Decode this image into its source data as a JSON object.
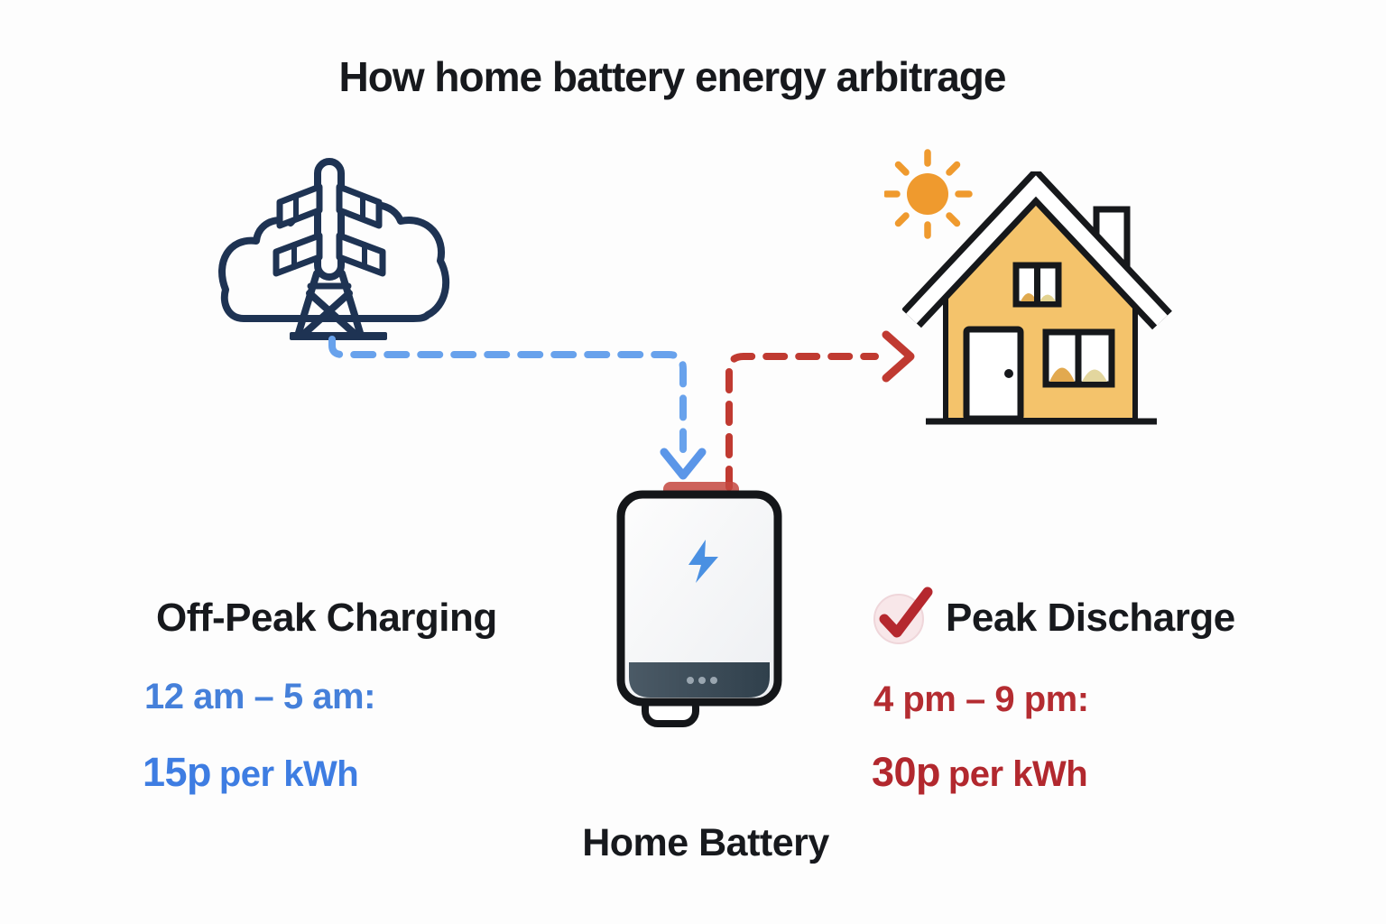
{
  "title": "How home battery energy arbitrage",
  "off_peak": {
    "heading": "Off-Peak Charging",
    "time_range": "12 am – 5 am:",
    "price": "15p",
    "price_suffix": "per kWh"
  },
  "peak": {
    "heading": "Peak Discharge",
    "time_range": "4 pm – 9 pm:",
    "price": "30p",
    "price_suffix": "per kWh"
  },
  "battery": {
    "label": "Home Battery"
  },
  "icons": {
    "grid": "power-grid-cloud-icon",
    "sun": "sun-icon",
    "house": "house-icon",
    "battery": "home-battery-icon",
    "lightning": "lightning-bolt-icon",
    "checkmark": "checkmark-icon",
    "charge_arrow": "charging-flow-arrow-blue",
    "discharge_arrow": "discharge-flow-arrow-red"
  },
  "colors": {
    "background": "#fdfdfd",
    "heading_dark": "#17191d",
    "off_peak_blue": "#3e7de2",
    "arrow_blue": "#68a2ec",
    "peak_red": "#b2282e",
    "arrow_red": "#c03a31",
    "grid_navy": "#1e3353",
    "house_yellow": "#f4c36b",
    "sun_orange": "#ef9a2e",
    "battery_band_slate": "#3f4e5b",
    "bolt_blue": "#4a90e2",
    "check_circle_pink": "#f8e7e9"
  }
}
